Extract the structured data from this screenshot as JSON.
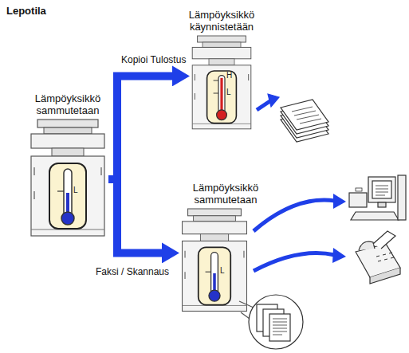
{
  "diagram": {
    "title": "Lepotila",
    "nodes": [
      {
        "text": [
          "Lämpöyksikkö sammutetaan"
        ]
      },
      {
        "text": [
          "Lämpöyksikkö käynnistetään"
        ]
      },
      {
        "text": [
          "Lämpöyksikkö sammutetaan"
        ]
      }
    ],
    "edges": [
      {
        "from": 0,
        "to": 1,
        "label": "Kopioi Tulostus",
        "arrow": "to"
      },
      {
        "from": 0,
        "to": 2,
        "label": "Faksi / Skannaus",
        "arrow": "to"
      }
    ],
    "labels": [
      "L",
      "H",
      "L",
      "L"
    ]
  }
}
